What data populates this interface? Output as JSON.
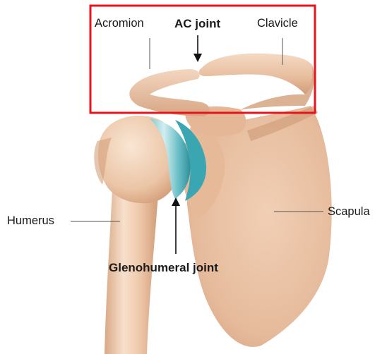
{
  "labels": {
    "acromion": "Acromion",
    "ac_joint": "AC joint",
    "clavicle": "Clavicle",
    "humerus": "Humerus",
    "scapula": "Scapula",
    "glenohumeral_joint": "Glenohumeral joint"
  },
  "colors": {
    "highlight_box": "#e8141c",
    "bone_light": "#f6dcc6",
    "bone_mid": "#e9bfa0",
    "bone_dark": "#c9946f",
    "cartilage_light": "#c8ecee",
    "cartilage_dark": "#3aa6b1",
    "leader_line": "#555555",
    "arrow": "#111111"
  }
}
